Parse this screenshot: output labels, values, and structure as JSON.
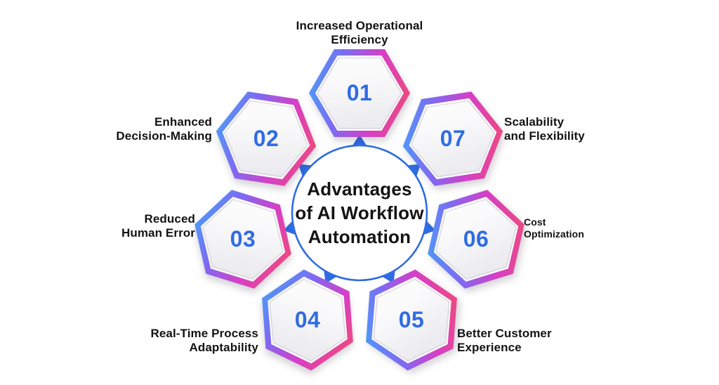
{
  "title": "Advantages of AI Workflow Automation",
  "colors": {
    "accent_blue": "#2e6ce2",
    "number_blue": "#2f6ce3",
    "gradient_blue": "#45a2f8",
    "gradient_purple": "#7e6af2",
    "gradient_magenta": "#d63fc6",
    "gradient_pink": "#f34b72",
    "text": "#131313",
    "hex_fill": "#ededf1",
    "background": "#ffffff"
  },
  "center": {
    "title_lines": [
      "Advantages",
      "of AI Workflow",
      "Automation"
    ]
  },
  "items": [
    {
      "number": "01",
      "label": "Increased Operational\nEfficiency"
    },
    {
      "number": "02",
      "label": "Enhanced\nDecision-Making"
    },
    {
      "number": "03",
      "label": "Reduced\nHuman Error"
    },
    {
      "number": "04",
      "label": "Real-Time Process\nAdaptability"
    },
    {
      "number": "05",
      "label": "Better Customer\nExperience"
    },
    {
      "number": "06",
      "label": "Cost\nOptimization"
    },
    {
      "number": "07",
      "label": "Scalability\nand Flexibility"
    }
  ]
}
